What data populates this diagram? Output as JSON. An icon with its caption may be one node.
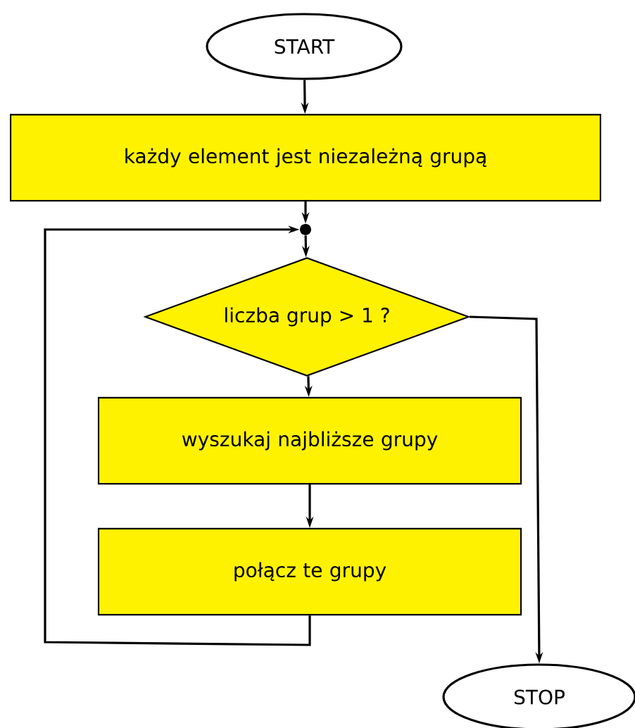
{
  "diagram": {
    "nodes": [
      {
        "text": [
          "START"
        ]
      },
      {
        "text": [
          "każdy element jest niezależną grupą"
        ]
      },
      {
        "text": [],
        "shape": "circle"
      },
      {
        "text": [
          "liczba grup > 1 ?"
        ]
      },
      {
        "text": [
          "wyszukaj najbliższe grupy"
        ]
      },
      {
        "text": [
          "połącz te grupy"
        ]
      },
      {
        "text": [
          "STOP"
        ]
      }
    ],
    "edges": [
      {
        "from": 0,
        "to": 1,
        "arrow": "to"
      },
      {
        "from": 1,
        "to": 2,
        "arrow": "to"
      },
      {
        "from": 2,
        "to": 3,
        "arrow": "to"
      },
      {
        "from": 3,
        "to": 4,
        "arrow": "to"
      },
      {
        "from": 4,
        "to": 5,
        "arrow": "to"
      },
      {
        "from": 5,
        "to": 2,
        "arrow": "to"
      },
      {
        "from": 3,
        "to": 6,
        "arrow": "to"
      }
    ]
  }
}
